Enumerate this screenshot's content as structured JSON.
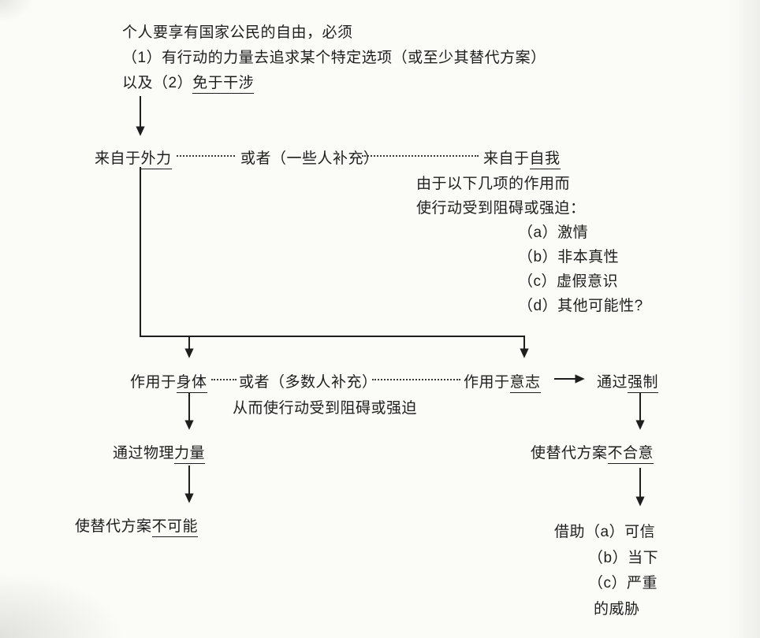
{
  "page": {
    "background": "#fbfbf8",
    "ink": "#1e1e1e"
  },
  "intro": {
    "line1": "个人要享有国家公民的自由，必须",
    "line2": "（1）有行动的力量去追求某个特定选项（或至少其替代方案）",
    "line3_prefix": "以及（2）",
    "line3_underlined": "免于干涉"
  },
  "level1": {
    "external": {
      "prefix": "来自于",
      "underlined": "外力"
    },
    "middle": "或者（一些人补充）",
    "self": {
      "prefix": "来自于",
      "underlined": "自我"
    }
  },
  "self_detail": {
    "line1": "由于以下几项的作用而",
    "line2": "使行动受到阻碍或强迫：",
    "items": [
      "（a）激情",
      "（b）非本真性",
      "（c）虚假意识",
      "（d）其他可能性?"
    ]
  },
  "level2": {
    "body": {
      "prefix": "作用于",
      "underlined": "身体"
    },
    "middle": "或者（多数人补充）",
    "middle_note": "从而使行动受到阻碍或强迫",
    "will": {
      "prefix": "作用于",
      "underlined": "意志"
    },
    "coercion": {
      "prefix": "通过",
      "underlined": "强制"
    }
  },
  "body_branch": {
    "physical": {
      "prefix": "通过物理",
      "underlined": "力量"
    },
    "impossible": {
      "prefix": "使替代方案",
      "underlined": "不可能"
    }
  },
  "will_branch": {
    "unacceptable": {
      "prefix": "使替代方案",
      "underlined": "不合意"
    },
    "threat": [
      "借助（a）可信",
      "（b）当下",
      "（c）严重",
      "的威胁"
    ]
  }
}
